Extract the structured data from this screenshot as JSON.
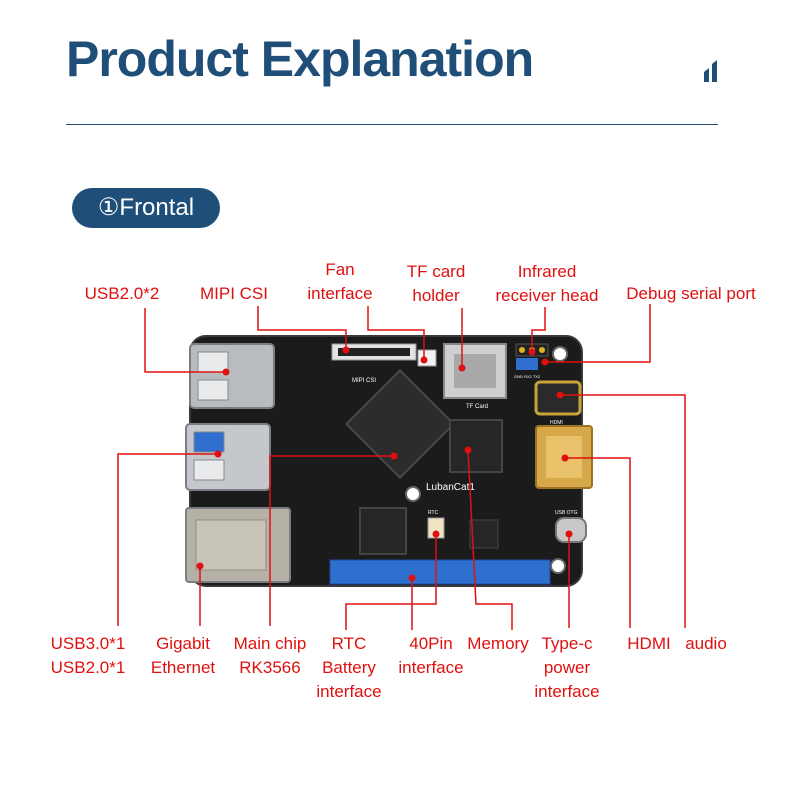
{
  "page": {
    "title": "Product Explanation",
    "section_label": "①Frontal",
    "colors": {
      "title": "#1f4e79",
      "label": "#e01010",
      "board": "#1b1b1b",
      "pin_header": "#2f6fd0"
    }
  },
  "board": {
    "silkscreen": {
      "brand": "LubanCat1",
      "mipi": "MIPI CSI",
      "tf": "TF Card",
      "hdmi": "HDMI",
      "usb_otg": "USB OTG",
      "rtc": "RTC",
      "uart": "GND RX2 TX2"
    }
  },
  "labels": {
    "usb2x2": "USB2.0*2",
    "mipi_csi": "MIPI CSI",
    "fan": "Fan\ninterface",
    "tf_card": "TF card\nholder",
    "infrared": "Infrared\nreceiver head",
    "debug": "Debug serial port",
    "usb3_usb2": "USB3.0*1\nUSB2.0*1",
    "ethernet": "Gigabit\nEthernet",
    "main_chip": "Main chip\nRK3566",
    "rtc": "RTC\nBattery\ninterface",
    "pin40": "40Pin\ninterface",
    "memory": "Memory",
    "typec": "Type-c\npower\ninterface",
    "hdmi": "HDMI",
    "audio": "audio"
  }
}
